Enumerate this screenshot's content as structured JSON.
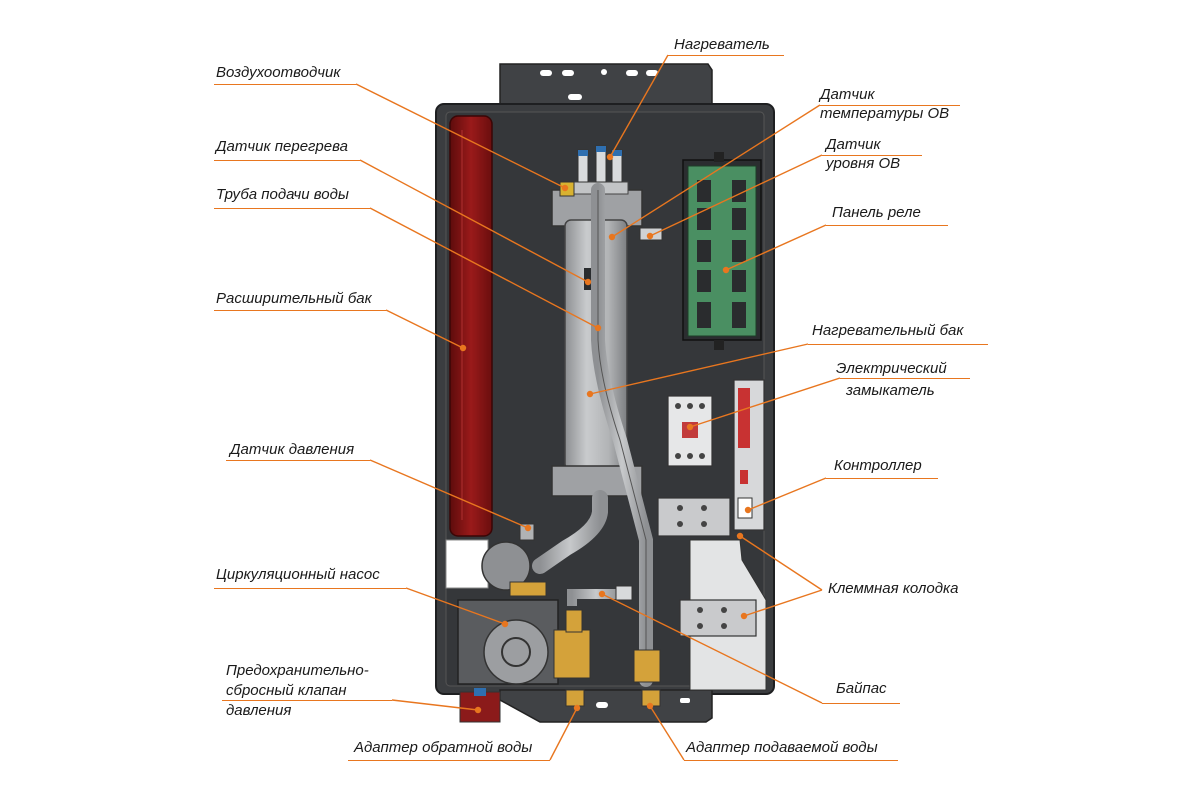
{
  "labels": {
    "heater": "Нагреватель",
    "air_vent": "Воздухоотводчик",
    "temp_sensor_l1": "Датчик",
    "temp_sensor_l2": "температуры ОВ",
    "overheat_sensor": "Датчик перегрева",
    "level_sensor_l1": "Датчик",
    "level_sensor_l2": "уровня ОВ",
    "water_supply_pipe": "Труба подачи воды",
    "relay_panel": "Панель реле",
    "expansion_tank": "Расширительный бак",
    "heating_tank": "Нагревательный бак",
    "contactor_l1": "Электрический",
    "contactor_l2": "замыкатель",
    "pressure_sensor": "Датчик давления",
    "controller": "Контроллер",
    "circulation_pump": "Циркуляционный насос",
    "terminal_block": "Клеммная колодка",
    "safety_valve_l1": "Предохранительно-",
    "safety_valve_l2": "сбросный клапан",
    "safety_valve_l3": "давления",
    "bypass": "Байпас",
    "return_adapter": "Адаптер обратной воды",
    "supply_adapter": "Адаптер подаваемой воды"
  },
  "colors": {
    "leader": "#e8761f",
    "dot": "#e8761f",
    "housing": "#3b3d40",
    "expansion_tank": "#8a1414",
    "relay_board": "#3f8a5a",
    "tank": "#a9abae"
  }
}
